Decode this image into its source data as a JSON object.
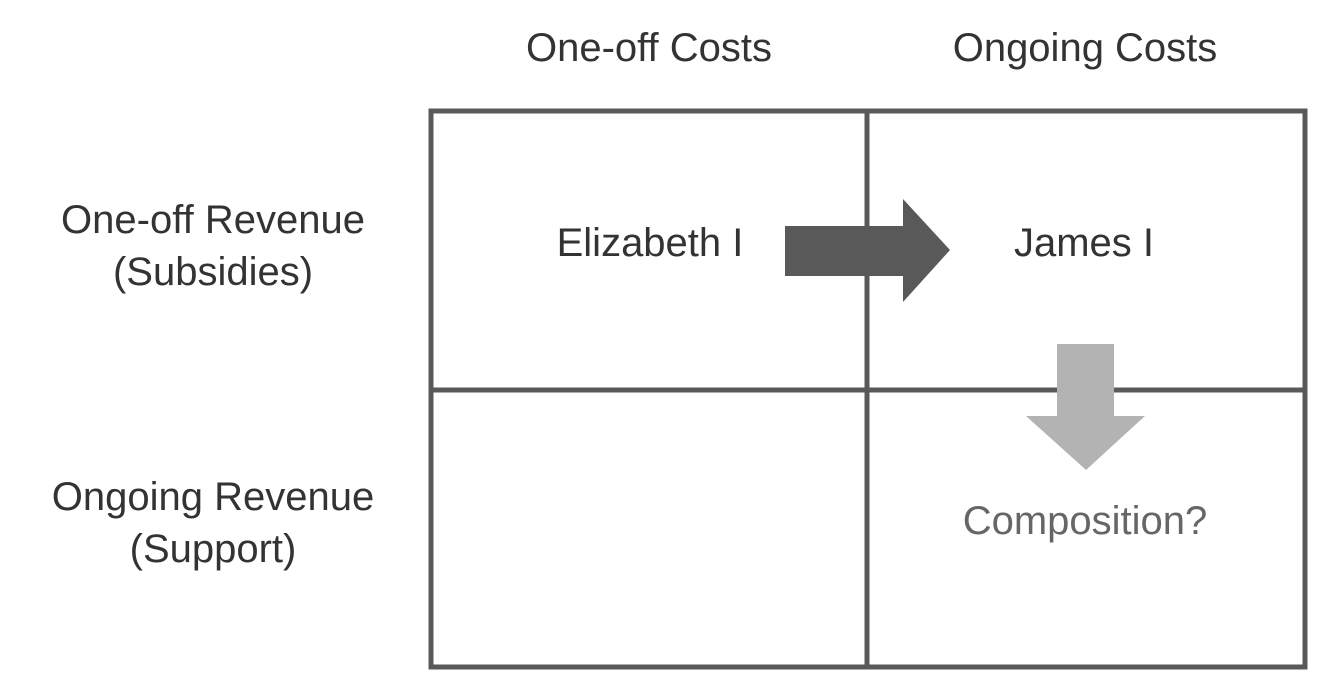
{
  "columns": {
    "one_off": "One-off Costs",
    "ongoing": "Ongoing Costs"
  },
  "rows": {
    "one_off": {
      "line1": "One-off Revenue",
      "line2": "(Subsidies)"
    },
    "ongoing": {
      "line1": "Ongoing Revenue",
      "line2": "(Support)"
    }
  },
  "cells": {
    "top_left": "Elizabeth I",
    "top_right": "James I",
    "bottom_right": "Composition?"
  },
  "colors": {
    "grid_line": "#595959",
    "arrow_dark": "#595959",
    "arrow_light": "#b3b3b3",
    "text": "#333333",
    "text_muted": "#666666"
  }
}
